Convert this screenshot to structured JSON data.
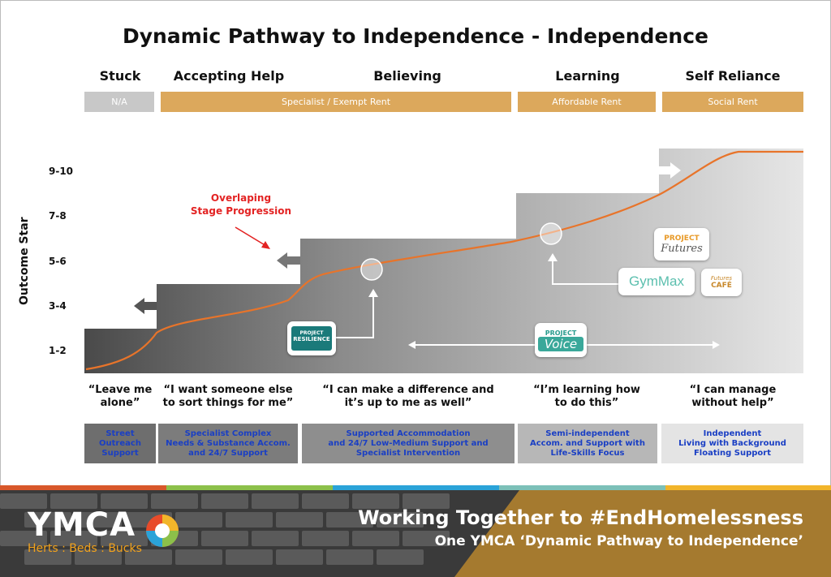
{
  "title": "Dynamic Pathway to Independence - Independence",
  "stages": [
    "Stuck",
    "Accepting Help",
    "Believing",
    "Learning",
    "Self Reliance"
  ],
  "rent": [
    "N/A",
    "Specialist / Exempt Rent",
    "Affordable Rent",
    "Social Rent"
  ],
  "y_axis": {
    "label": "Outcome Star",
    "ticks": [
      "9-10",
      "7-8",
      "5-6",
      "3-4",
      "1-2"
    ]
  },
  "annotation": {
    "line1": "Overlaping",
    "line2": "Stage Progression"
  },
  "quotes": [
    {
      "line1": "“Leave me",
      "line2": "alone”"
    },
    {
      "line1": "“I want someone else",
      "line2": "to sort things for me”"
    },
    {
      "line1": "“I can make a difference and",
      "line2": "it’s up to me as well”"
    },
    {
      "line1": "“I’m learning how",
      "line2": "to do this”"
    },
    {
      "line1": "“I can manage",
      "line2": "without help”"
    }
  ],
  "services": [
    {
      "line1": "Street",
      "line2": "Outreach",
      "line3": "Support"
    },
    {
      "line1": "Specialist Complex",
      "line2": "Needs & Substance Accom.",
      "line3": "and 24/7 Support"
    },
    {
      "line1": "Supported Accommodation",
      "line2": "and 24/7 Low-Medium Support and",
      "line3": "Specialist Intervention"
    },
    {
      "line1": "Semi-independent",
      "line2": "Accom. and Support with",
      "line3": "Life-Skills Focus"
    },
    {
      "line1": "Independent",
      "line2": "Living with Background",
      "line3": "Floating Support"
    }
  ],
  "logos": {
    "resilience": {
      "top": "PROJECT",
      "main": "RESILIENCE"
    },
    "voice": {
      "top": "PROJECT",
      "main": "Voice"
    },
    "gymmax": {
      "main": "GymMax"
    },
    "futures": {
      "top": "PROJECT",
      "main": "Futures"
    },
    "cafe": {
      "top": "Futures",
      "main": "CAFÉ"
    }
  },
  "footer": {
    "brand": "YMCA",
    "brand_sub": "Herts : Beds : Bucks",
    "headline": "Working Together to #EndHomelessness",
    "subline": "One YMCA ‘Dynamic Pathway to Independence’"
  },
  "colors": {
    "rent_gold": "#dca85c",
    "rent_grey": "#c8c8c8",
    "curve": "#e8742a",
    "annotation": "#e32222",
    "service_text": "#1a3fc4"
  }
}
